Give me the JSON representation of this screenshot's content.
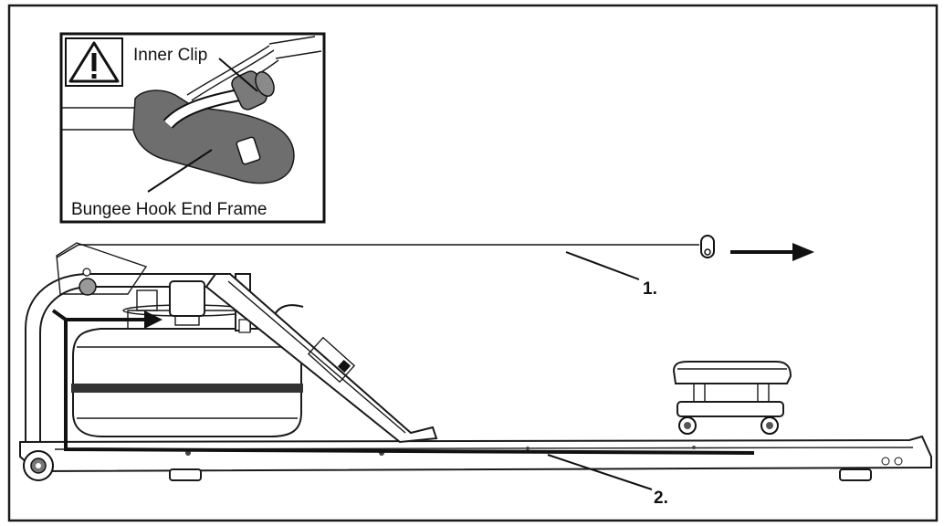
{
  "inset": {
    "warning_symbol": "warning-triangle-icon",
    "label_top": "Inner Clip",
    "label_bottom": "Bungee Hook End Frame"
  },
  "callouts": {
    "one": "1.",
    "two": "2."
  },
  "colors": {
    "line": "#1a1a1a",
    "shade": "#6e6e6e",
    "background": "#ffffff"
  }
}
